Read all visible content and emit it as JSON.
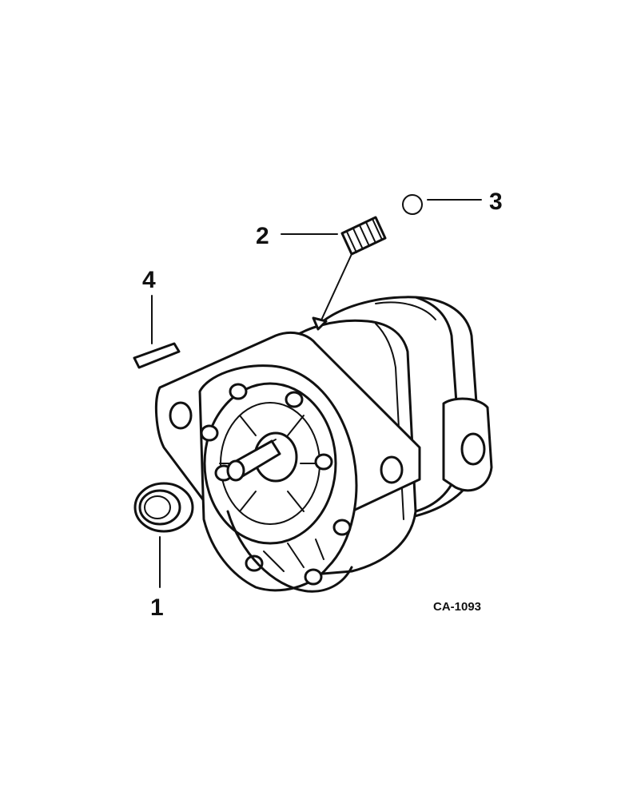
{
  "callouts": {
    "seal": "1",
    "spring": "2",
    "ball": "3",
    "key": "4"
  },
  "figure_code": "CA-1093",
  "colors": {
    "ink": "#111111",
    "paper": "#ffffff"
  }
}
